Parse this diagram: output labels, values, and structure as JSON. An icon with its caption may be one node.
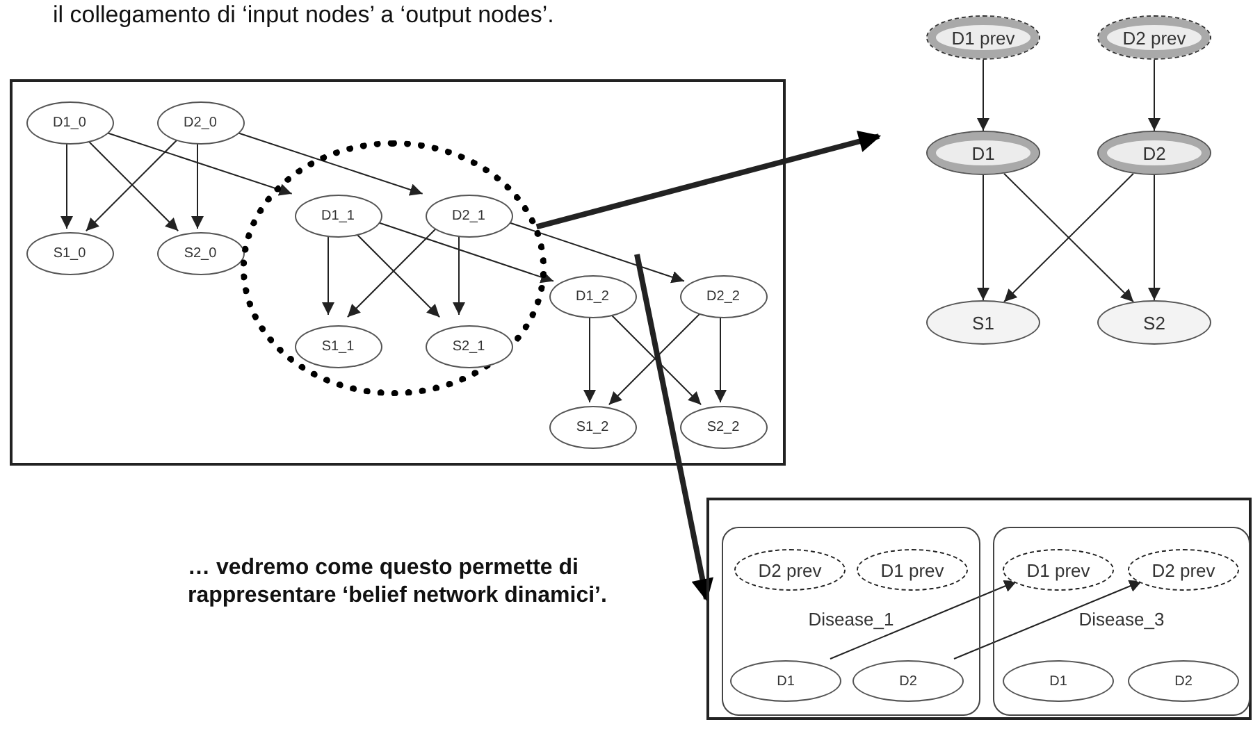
{
  "diagram": {
    "nodes": [
      {
        "text": [],
        "shape": "box"
      },
      {
        "text": [
          "D1_0"
        ],
        "in": 0
      },
      {
        "text": [
          "D2_0"
        ],
        "in": 0
      },
      {
        "text": [
          "S1_0"
        ],
        "in": 0
      },
      {
        "text": [
          "S2_0"
        ],
        "in": 0
      },
      {
        "text": [],
        "shape": "circle",
        "in": 0
      },
      {
        "text": [
          "D1_1"
        ],
        "in": 5
      },
      {
        "text": [
          "D2_1"
        ],
        "in": 5
      },
      {
        "text": [
          "S1_1"
        ],
        "in": 5
      },
      {
        "text": [
          "S2_1"
        ],
        "in": 5
      },
      {
        "text": [
          "D1_2"
        ],
        "in": 0
      },
      {
        "text": [
          "D2_2"
        ],
        "in": 0
      },
      {
        "text": [
          "S1_2"
        ],
        "in": 0
      },
      {
        "text": [
          "S2_2"
        ],
        "in": 0
      },
      {
        "text": [
          "D1 prev"
        ]
      },
      {
        "text": [
          "D2 prev"
        ]
      },
      {
        "text": [
          "D1"
        ]
      },
      {
        "text": [
          "D2"
        ]
      },
      {
        "text": [
          "S1"
        ]
      },
      {
        "text": [
          "S2"
        ]
      },
      {
        "text": [],
        "shape": "box"
      },
      {
        "text": [
          "Disease_1"
        ],
        "in": 20
      },
      {
        "text": [
          "D2 prev"
        ],
        "in": 21
      },
      {
        "text": [
          "D1 prev"
        ],
        "in": 21
      },
      {
        "text": [
          "D1"
        ],
        "in": 21
      },
      {
        "text": [
          "D2"
        ],
        "in": 21
      },
      {
        "text": [
          "Disease_3"
        ],
        "in": 20
      },
      {
        "text": [
          "D1 prev"
        ],
        "in": 26
      },
      {
        "text": [
          "D2 prev"
        ],
        "in": 26
      },
      {
        "text": [
          "D1"
        ],
        "in": 26
      },
      {
        "text": [
          "D2"
        ],
        "in": 26
      }
    ],
    "edges": [
      {
        "from": 1,
        "to": 3,
        "arrow": "to"
      },
      {
        "from": 1,
        "to": 4,
        "arrow": "to"
      },
      {
        "from": 2,
        "to": 3,
        "arrow": "to"
      },
      {
        "from": 2,
        "to": 4,
        "arrow": "to"
      },
      {
        "from": 1,
        "to": 6,
        "arrow": "to"
      },
      {
        "from": 2,
        "to": 7,
        "arrow": "to"
      },
      {
        "from": 6,
        "to": 8,
        "arrow": "to"
      },
      {
        "from": 6,
        "to": 9,
        "arrow": "to"
      },
      {
        "from": 7,
        "to": 8,
        "arrow": "to"
      },
      {
        "from": 7,
        "to": 9,
        "arrow": "to"
      },
      {
        "from": 6,
        "to": 10,
        "arrow": "to"
      },
      {
        "from": 7,
        "to": 11,
        "arrow": "to"
      },
      {
        "from": 10,
        "to": 12,
        "arrow": "to"
      },
      {
        "from": 10,
        "to": 13,
        "arrow": "to"
      },
      {
        "from": 11,
        "to": 12,
        "arrow": "to"
      },
      {
        "from": 11,
        "to": 13,
        "arrow": "to"
      },
      {
        "from": 14,
        "to": 16,
        "arrow": "to"
      },
      {
        "from": 15,
        "to": 17,
        "arrow": "to"
      },
      {
        "from": 16,
        "to": 18,
        "arrow": "to"
      },
      {
        "from": 16,
        "to": 19,
        "arrow": "to"
      },
      {
        "from": 17,
        "to": 18,
        "arrow": "to"
      },
      {
        "from": 17,
        "to": 19,
        "arrow": "to"
      },
      {
        "from": 24,
        "to": 27,
        "arrow": "to"
      },
      {
        "from": 25,
        "to": 28,
        "arrow": "to"
      },
      {
        "from": 5,
        "to": 16,
        "arrow": "to",
        "style": "thick"
      },
      {
        "from": null,
        "to": 20,
        "arrow": "to",
        "style": "thick"
      }
    ],
    "labels": [
      "il collegamento di ‘input nodes’ a ‘output nodes’.",
      "… vedremo come questo permette di rappresentare ‘belief network dinamici’."
    ]
  }
}
